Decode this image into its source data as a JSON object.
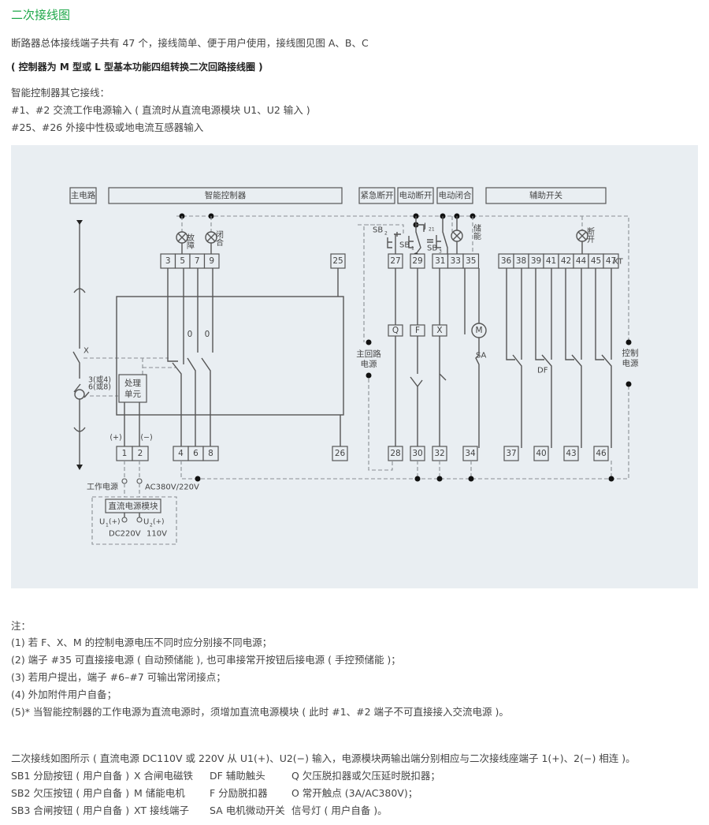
{
  "header": {
    "title": "二次接线图",
    "intro": "断路器总体接线端子共有 47 个，接线简单、便于用户使用，接线图见图 A、B、C",
    "subtitle": "( 控制器为 M 型或 L 型基本功能四组转换二次回路接线圈 )",
    "other_wiring_heading": "智能控制器其它接线：",
    "other_wiring": [
      "#1、#2 交流工作电源输入 ( 直流时从直流电源模块 U1、U2 输入 )",
      "#25、#26 外接中性极或地电流互感器输入"
    ]
  },
  "diagram": {
    "section_labels": {
      "main_circuit": "主电路",
      "controller": "智能控制器",
      "emergency_open": "紧急断开",
      "electric_open": "电动断开",
      "electric_close": "电动闭合",
      "aux_switch": "辅助开关"
    },
    "lamps": {
      "fault": "故障",
      "closed": "闭合",
      "charged": "储能",
      "open": "断开"
    },
    "top_terminals_left": [
      "3",
      "5",
      "7",
      "9"
    ],
    "terminal_25": "25",
    "terminal_26": "26",
    "top_terminals_right_a": [
      "27",
      "29"
    ],
    "top_terminals_right_b": [
      "31",
      "33",
      "35"
    ],
    "top_terminals_aux": [
      "36",
      "38",
      "39",
      "41",
      "42",
      "44",
      "45",
      "47"
    ],
    "xt_label": "XT",
    "bottom_terminals_power": [
      "1",
      "2"
    ],
    "bottom_terminals_contacts": [
      "4",
      "6",
      "8"
    ],
    "bottom_terminals_right": [
      "28",
      "30",
      "32",
      "34"
    ],
    "bottom_terminals_aux": [
      "37",
      "40",
      "43",
      "46"
    ],
    "components": {
      "Q": "Q",
      "F": "F",
      "X": "X",
      "M": "M"
    },
    "buttons": {
      "sb1": "SB",
      "sb2": "SB",
      "sb3": "SB",
      "sb1_sub": "1",
      "sb2_sub": "2",
      "sb3_sub": "3",
      "j": "J",
      "j_sub": "21"
    },
    "labels": {
      "x": "X",
      "ct": "3(或4)",
      "ct2": "6(或8)",
      "processing_unit_1": "处理",
      "processing_unit_2": "单元",
      "zero_a": "0",
      "zero_b": "0",
      "plus": "(+)",
      "minus": "(−)",
      "work_power": "工作电源",
      "ac_voltage": "AC380V/220V",
      "dc_module": "直流电源模块",
      "u1": "U",
      "u1_sub": "1",
      "u1_pol": "(+)",
      "u2": "U",
      "u2_sub": "2",
      "u2_pol": "(+)",
      "dc220": "DC220V",
      "v110": "110V",
      "main_loop_power_1": "主回路",
      "main_loop_power_2": "电源",
      "control_power_1": "控制",
      "control_power_2": "电源",
      "sa": "SA",
      "df": "DF"
    }
  },
  "notes": {
    "heading": "注：",
    "items": [
      "(1) 若 F、X、M 的控制电源电压不同时应分别接不同电源；",
      "(2) 端子 #35 可直接接电源 ( 自动预储能 ), 也可串接常开按钮后接电源 ( 手控预储能 )；",
      "(3) 若用户提出，端子 #6–#7 可输出常闭接点；",
      "(4) 外加附件用户自备；",
      "(5)* 当智能控制器的工作电源为直流电源时，须增加直流电源模块 ( 此时 #1、#2 端子不可直接接入交流电源 )。"
    ]
  },
  "legend": {
    "intro": "二次接线如图所示 ( 直流电源 DC110V 或 220V 从 U1(+)、U2(−) 输入，电源模块两输出端分别相应与二次接线座端子 1(+)、2(−) 相连 )。",
    "rows": [
      [
        "SB1 分励按钮 ( 用户自备 )",
        "X 合闸电磁铁",
        "DF 辅助触头",
        "Q 欠压脱扣器或欠压延时脱扣器；"
      ],
      [
        "SB2 欠压按钮 ( 用户自备 )",
        "M 储能电机",
        "F 分励脱扣器",
        "O 常开触点 (3A/AC380V)；"
      ],
      [
        "SB3 合闸按钮 ( 用户自备 )",
        "XT 接线端子",
        "SA 电机微动开关",
        "信号灯 ( 用户自备 )。"
      ]
    ]
  },
  "colors": {
    "title": "#1fa84a",
    "diagram_bg": "#e9eef2",
    "line": "#555555",
    "dashed": "#8a8f94"
  }
}
